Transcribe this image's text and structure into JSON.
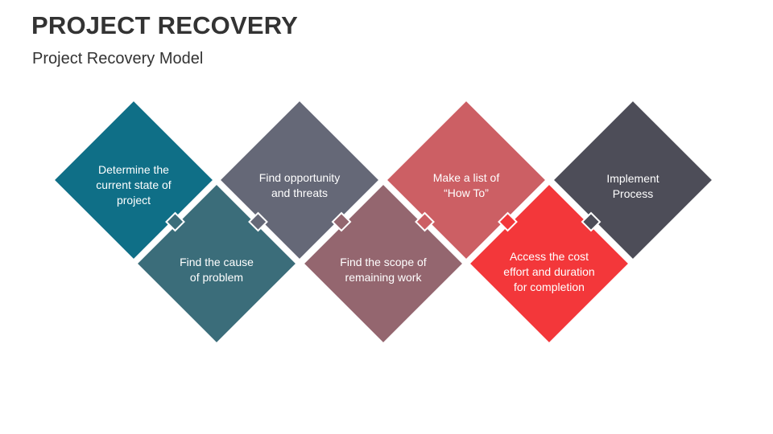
{
  "title": "PROJECT RECOVERY",
  "subtitle": "Project Recovery Model",
  "steps": [
    {
      "lines": [
        "Determine the",
        "current state of",
        "project"
      ],
      "color": "#0f6f87"
    },
    {
      "lines": [
        "Find the cause",
        "of problem"
      ],
      "color": "#3b6d7a"
    },
    {
      "lines": [
        "Find opportunity",
        "and threats"
      ],
      "color": "#656877"
    },
    {
      "lines": [
        "Find the scope of",
        "remaining work"
      ],
      "color": "#94666f"
    },
    {
      "lines": [
        "Make a list of",
        "“How To”"
      ],
      "color": "#cc5f64"
    },
    {
      "lines": [
        "Access the cost",
        "effort and duration",
        "for completion"
      ],
      "color": "#f3373a"
    },
    {
      "lines": [
        "Implement",
        "Process"
      ],
      "color": "#4d4d58"
    }
  ]
}
